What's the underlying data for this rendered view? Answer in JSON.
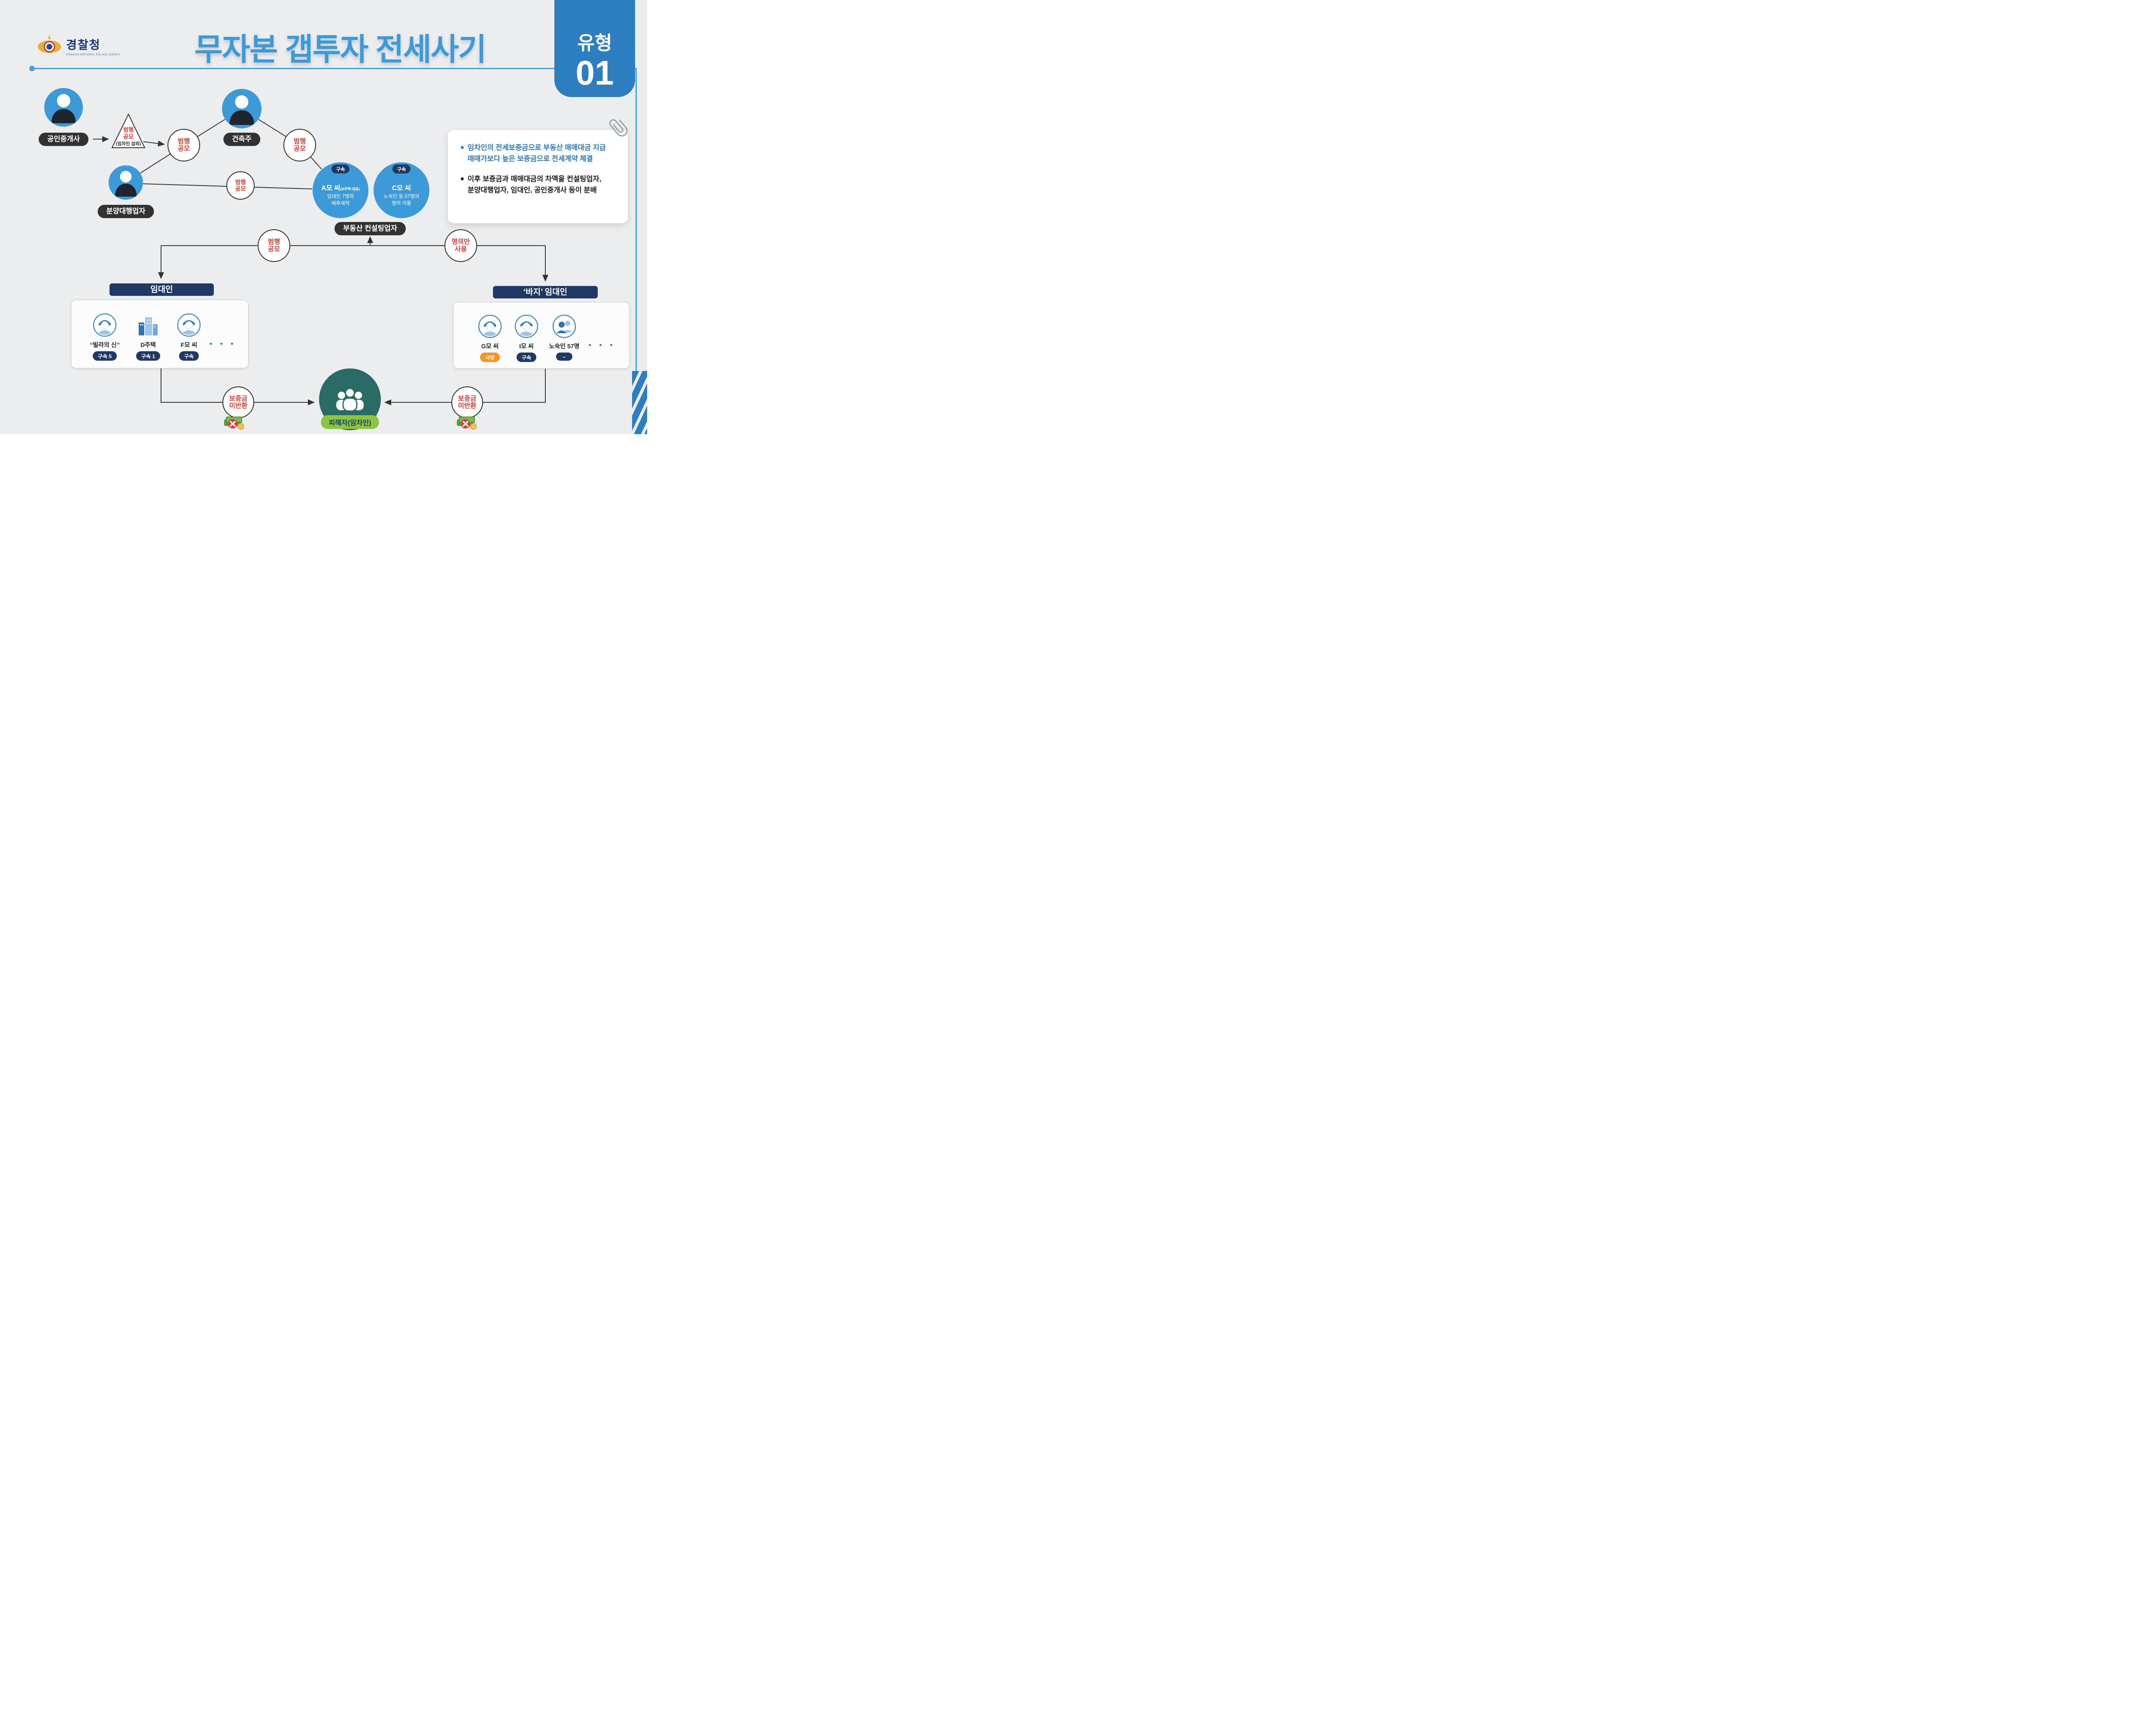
{
  "header": {
    "agency_ko": "경찰청",
    "agency_en": "KOREAN NATIONAL POLICE AGENCY",
    "title": "무자본 갭투자 전세사기",
    "type_label": "유형",
    "type_number": "01"
  },
  "labels": {
    "conspiracy_l1": "범행",
    "conspiracy_l2": "공모",
    "name_only_l1": "명의만",
    "name_only_l2": "사용",
    "deposit_l1": "보증금",
    "deposit_l2": "미반환",
    "arrest": "구속",
    "ellipsis": "• • •"
  },
  "triangle": {
    "l1": "범행",
    "l2": "공모",
    "sub": "(임차인 섭외)"
  },
  "nodes": {
    "broker": "공인중개사",
    "builder": "건축주",
    "sales_agent": "분양대행업자",
    "consultant": "부동산 컨설팅업자"
  },
  "person_a": {
    "badge": "구속",
    "name": "A모 씨",
    "name_sub": "(B주택 대표)",
    "desc1": "임대인 7명의",
    "desc2": "배후세력"
  },
  "person_c": {
    "badge": "구속",
    "name": "C모 씨",
    "desc1": "노숙인 등 57명의",
    "desc2": "명의 이용"
  },
  "landlords": {
    "header": "임대인",
    "members": [
      {
        "name": "“빌라의 신”",
        "status": "구속 5"
      },
      {
        "name": "D주택",
        "status": "구속 1"
      },
      {
        "name": "F모 씨",
        "status": "구속"
      }
    ]
  },
  "puppets": {
    "header": "‘바지’ 임대인",
    "members": [
      {
        "name": "G모 씨",
        "status": "사망"
      },
      {
        "name": "I모 씨",
        "status": "구속"
      },
      {
        "name": "노숙인 57명",
        "status": "–"
      }
    ]
  },
  "victim": {
    "label": "피해자(임차인)"
  },
  "note": {
    "b1l1": "임차인의 전세보증금으로 부동산 매매대금 지급",
    "b1l2": "매매가보다 높은 보증금으로 전세계약 체결",
    "b2l1": "이후 보증금과 매매대금의 차액을 컨설팅업자,",
    "b2l2": "분양대행업자, 임대인, 공인중개사 등이 분배"
  },
  "colors": {
    "accent_blue": "#3D9AD8",
    "badge_blue": "#2D7EC0",
    "navy": "#1F3864",
    "red": "#E03C31",
    "teal": "#2A6B66",
    "green": "#8CC63E",
    "orange": "#F7941D",
    "dark_pill": "#323232",
    "background": "#ECEDEE"
  }
}
